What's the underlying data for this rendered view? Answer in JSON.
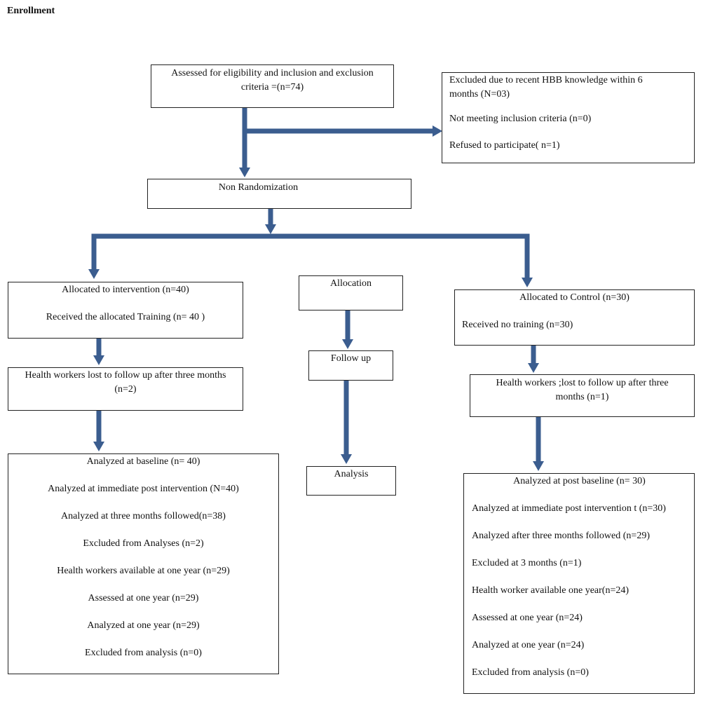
{
  "title": "Enrollment",
  "arrow_color": "#3b5d8f",
  "boxes": {
    "assessed": [
      "Assessed for eligibility and inclusion and exclusion",
      "criteria =(n=74)"
    ],
    "excluded": [
      "Excluded due to recent HBB knowledge within 6",
      "months (N=03)",
      "Not meeting inclusion criteria (n=0)",
      "Refused to participate( n=1)"
    ],
    "non_random": [
      "Non Randomization"
    ],
    "intervention": [
      "Allocated to intervention (n=40)",
      "Received the allocated Training (n= 40 )"
    ],
    "allocation": [
      "Allocation"
    ],
    "control": [
      "Allocated to Control (n=30)",
      "Received no training (n=30)"
    ],
    "lost_int": [
      "Health workers lost to follow up after three months",
      "(n=2)"
    ],
    "follow_up": [
      "Follow up"
    ],
    "lost_ctrl": [
      "Health workers ;lost to follow up after three",
      "months (n=1)"
    ],
    "analysis_int": [
      "Analyzed at baseline (n= 40)",
      "Analyzed at immediate post intervention (N=40)",
      "Analyzed at three months followed(n=38)",
      "Excluded from Analyses (n=2)",
      "Health workers available at one year (n=29)",
      "Assessed at one year (n=29)",
      "Analyzed at one year (n=29)",
      "Excluded from analysis (n=0)"
    ],
    "analysis": [
      "Analysis"
    ],
    "analysis_ctrl": [
      "Analyzed at post baseline (n= 30)",
      "Analyzed at immediate post intervention t (n=30)",
      "Analyzed after three months followed (n=29)",
      "Excluded at 3 months (n=1)",
      "Health worker available one year(n=24)",
      "Assessed at one year (n=24)",
      "Analyzed at one year (n=24)",
      "Excluded from analysis (n=0)"
    ]
  }
}
